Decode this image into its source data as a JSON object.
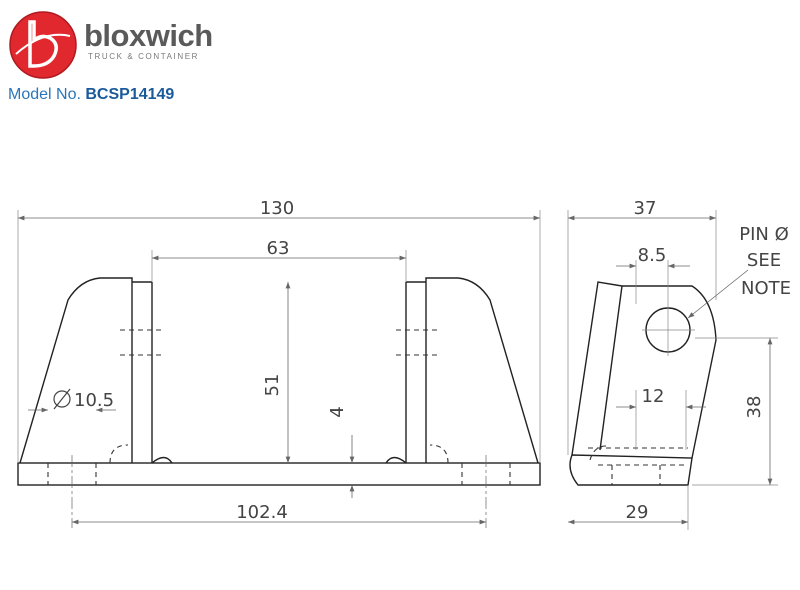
{
  "brand": {
    "name": "bloxwich",
    "tagline": "TRUCK & CONTAINER",
    "accent_color": "#e0282e"
  },
  "model": {
    "label": "Model No.",
    "number": "BCSP14149"
  },
  "dimensions": {
    "overall_length": "130",
    "inner_span": "63",
    "height": "51",
    "base_thickness": "4",
    "hole_diameter": "10.5",
    "hole_spacing": "102.4",
    "side_width": "37",
    "pin_offset": "8.5",
    "pin_height": "38",
    "pin_from_base": "12",
    "base_depth": "29"
  },
  "notes": {
    "pin_line1": "PIN Ø",
    "pin_line2": "SEE",
    "pin_line3": "NOTE"
  }
}
